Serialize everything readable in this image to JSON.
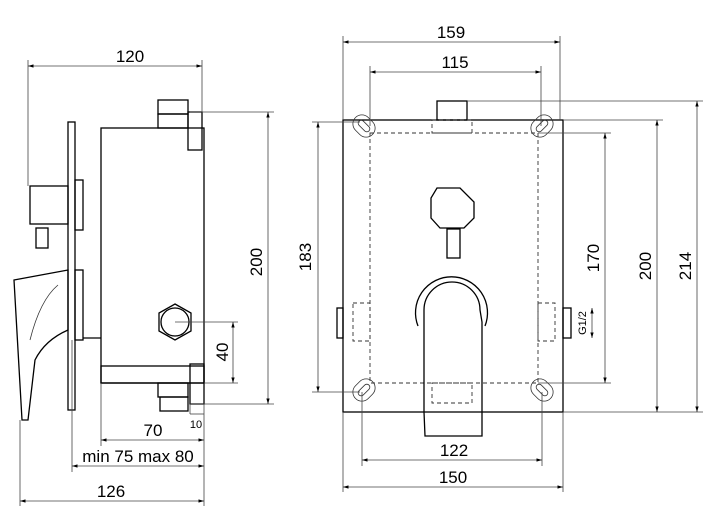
{
  "side_view": {
    "width_top": "120",
    "height_total": "200",
    "outlet_offset": "40",
    "depth_body": "70",
    "pipe_offset": "10",
    "install_depth": "min 75  max 80",
    "depth_total": "126"
  },
  "front_view": {
    "width_outer": "159",
    "width_holes_top": "115",
    "height_left": "183",
    "height_inner": "170",
    "height_plate": "200",
    "height_total": "214",
    "width_holes_bottom": "122",
    "width_plate": "150",
    "thread": "G1/2"
  }
}
